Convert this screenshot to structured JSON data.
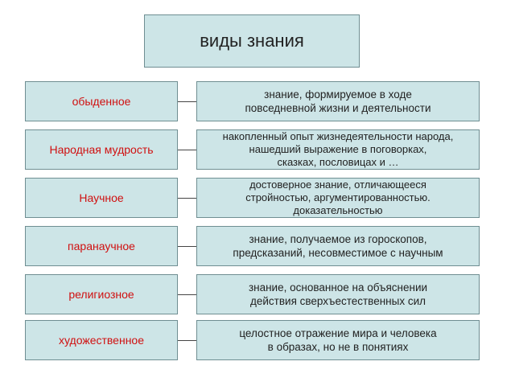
{
  "title": "виды знания",
  "rows": [
    {
      "name": "обыденное",
      "description": "знание, формируемое в ходе\nповседневной жизни и деятельности"
    },
    {
      "name": "Народная мудрость",
      "description": "накопленный опыт жизнедеятельности народа,\nнашедший выражение в поговорках,\nсказках, пословицах и …"
    },
    {
      "name": "Научное",
      "description": "достоверное знание, отличающееся\nстройностью, аргументированностью.\nдоказательностью"
    },
    {
      "name": "паранаучное",
      "description": "знание, получаемое из гороскопов,\nпредсказаний, несовместимое с научным"
    },
    {
      "name": "религиозное",
      "description": "знание, основанное на объяснении\nдействия сверхъестественных сил"
    },
    {
      "name": "художественное",
      "description": "целостное отражение мира и человека\nв образах, но не в понятиях"
    }
  ],
  "colors": {
    "box_fill": "#cde5e7",
    "box_border": "#6f8e92",
    "left_text": "#d01010",
    "right_text": "#222222"
  }
}
